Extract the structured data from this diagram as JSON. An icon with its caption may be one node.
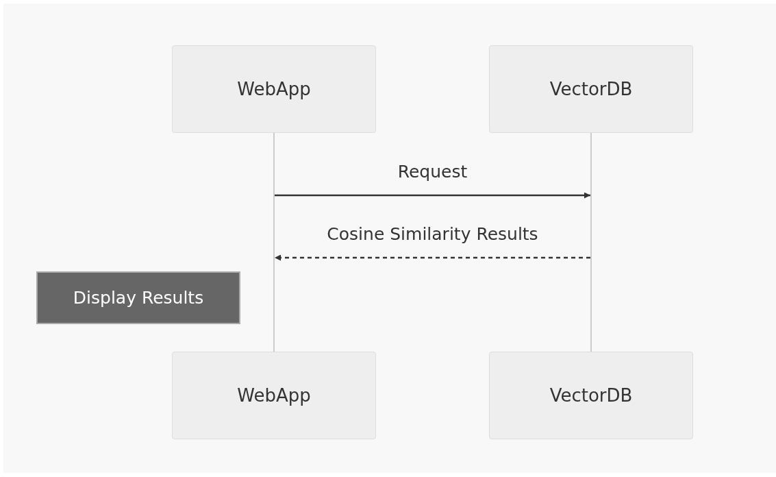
{
  "diagram": {
    "nodes": [
      {
        "text": [
          "WebApp"
        ]
      },
      {
        "text": [
          "VectorDB"
        ]
      },
      {
        "text": [],
        "shape": "bar"
      },
      {
        "text": [],
        "shape": "bar"
      },
      {
        "text": [
          "Display Results"
        ]
      },
      {
        "text": [
          "WebApp"
        ]
      },
      {
        "text": [
          "VectorDB"
        ]
      }
    ],
    "edges": [
      {
        "from": 2,
        "to": 3,
        "arrow": "to",
        "label": "Request"
      },
      {
        "from": 3,
        "to": 2,
        "arrow": "to",
        "label": "Cosine Similarity Results",
        "style": "dashed"
      }
    ]
  }
}
